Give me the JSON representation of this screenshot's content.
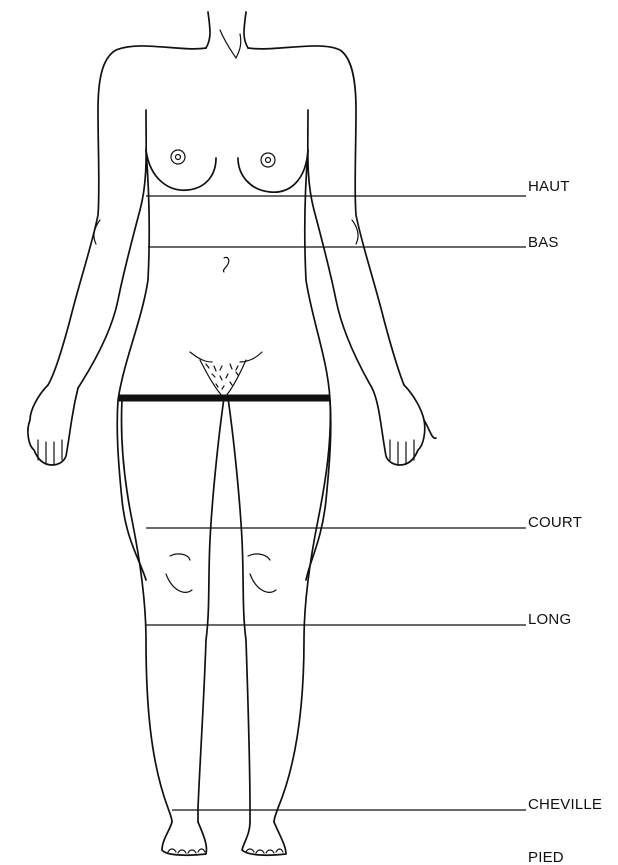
{
  "levels": [
    {
      "id": "haut",
      "label": "HAUT"
    },
    {
      "id": "bas",
      "label": "BAS"
    },
    {
      "id": "court",
      "label": "COURT"
    },
    {
      "id": "long",
      "label": "LONG"
    },
    {
      "id": "cheville",
      "label": "CHEVILLE"
    },
    {
      "id": "pied",
      "label": "PIED"
    }
  ],
  "colors": {
    "ink": "#111111",
    "background": "#ffffff"
  }
}
